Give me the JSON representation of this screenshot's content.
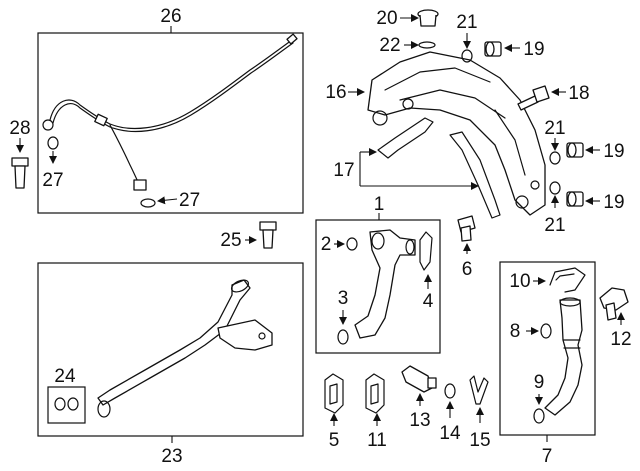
{
  "callouts": {
    "n1": "1",
    "n2": "2",
    "n3": "3",
    "n4": "4",
    "n5": "5",
    "n6": "6",
    "n7": "7",
    "n8": "8",
    "n9": "9",
    "n10": "10",
    "n11": "11",
    "n12": "12",
    "n13": "13",
    "n14": "14",
    "n15": "15",
    "n16": "16",
    "n17": "17",
    "n18": "18",
    "n19a": "19",
    "n19b": "19",
    "n19c": "19",
    "n20": "20",
    "n21a": "21",
    "n21b": "21",
    "n21c": "21",
    "n22": "22",
    "n23": "23",
    "n24": "24",
    "n25": "25",
    "n26": "26",
    "n27a": "27",
    "n27b": "27",
    "n28": "28"
  }
}
